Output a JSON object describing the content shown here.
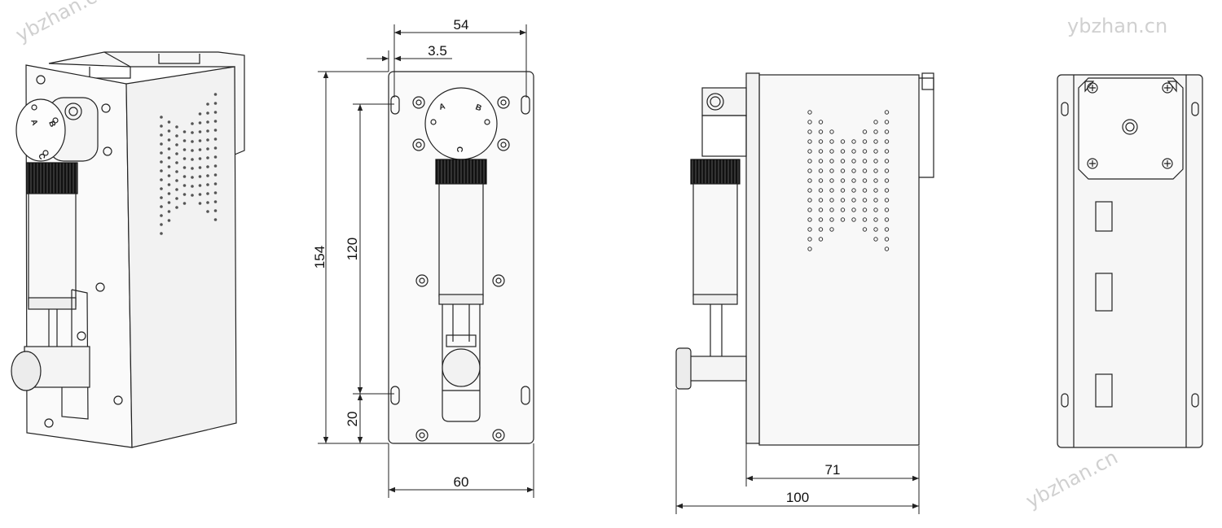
{
  "watermark": {
    "text": "ybzhan.cn",
    "color": "#c8c8c8"
  },
  "dimensions": {
    "width_top": "54",
    "offset_top": "3.5",
    "height_total": "154",
    "height_inner": "120",
    "height_bottom": "20",
    "width_bottom": "60",
    "depth_body": "71",
    "depth_total": "100"
  },
  "valve_labels": {
    "a": "A",
    "b": "B",
    "c": "C"
  },
  "colors": {
    "line": "#222222",
    "panel": "#f4f4f4",
    "knob": "#111111"
  }
}
